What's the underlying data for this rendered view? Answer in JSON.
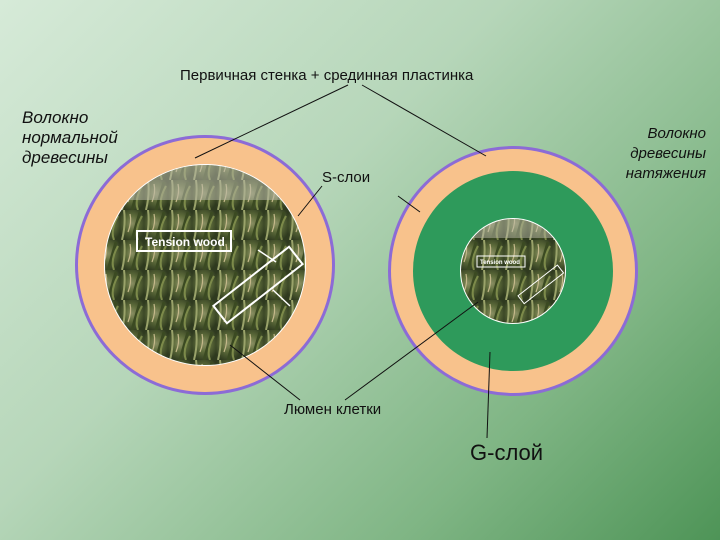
{
  "labels": {
    "primary_wall": "Первичная стенка + срединная пластинка",
    "normal_fiber": [
      "Волокно",
      "нормальной",
      "древесины"
    ],
    "tension_fiber": [
      "Волокно",
      "древесины",
      "натяжения"
    ],
    "s_layers": "S-слои",
    "cell_lumen": "Люмен клетки",
    "g_layer": "G-слой"
  },
  "photo_caption": "Tension wood",
  "colors": {
    "primary_wall_ring": "#f8c28c",
    "outer_rim": "#8c6bd6",
    "g_layer": "#2e9a5b",
    "lumen_photo_bg": "#4a5a32"
  }
}
